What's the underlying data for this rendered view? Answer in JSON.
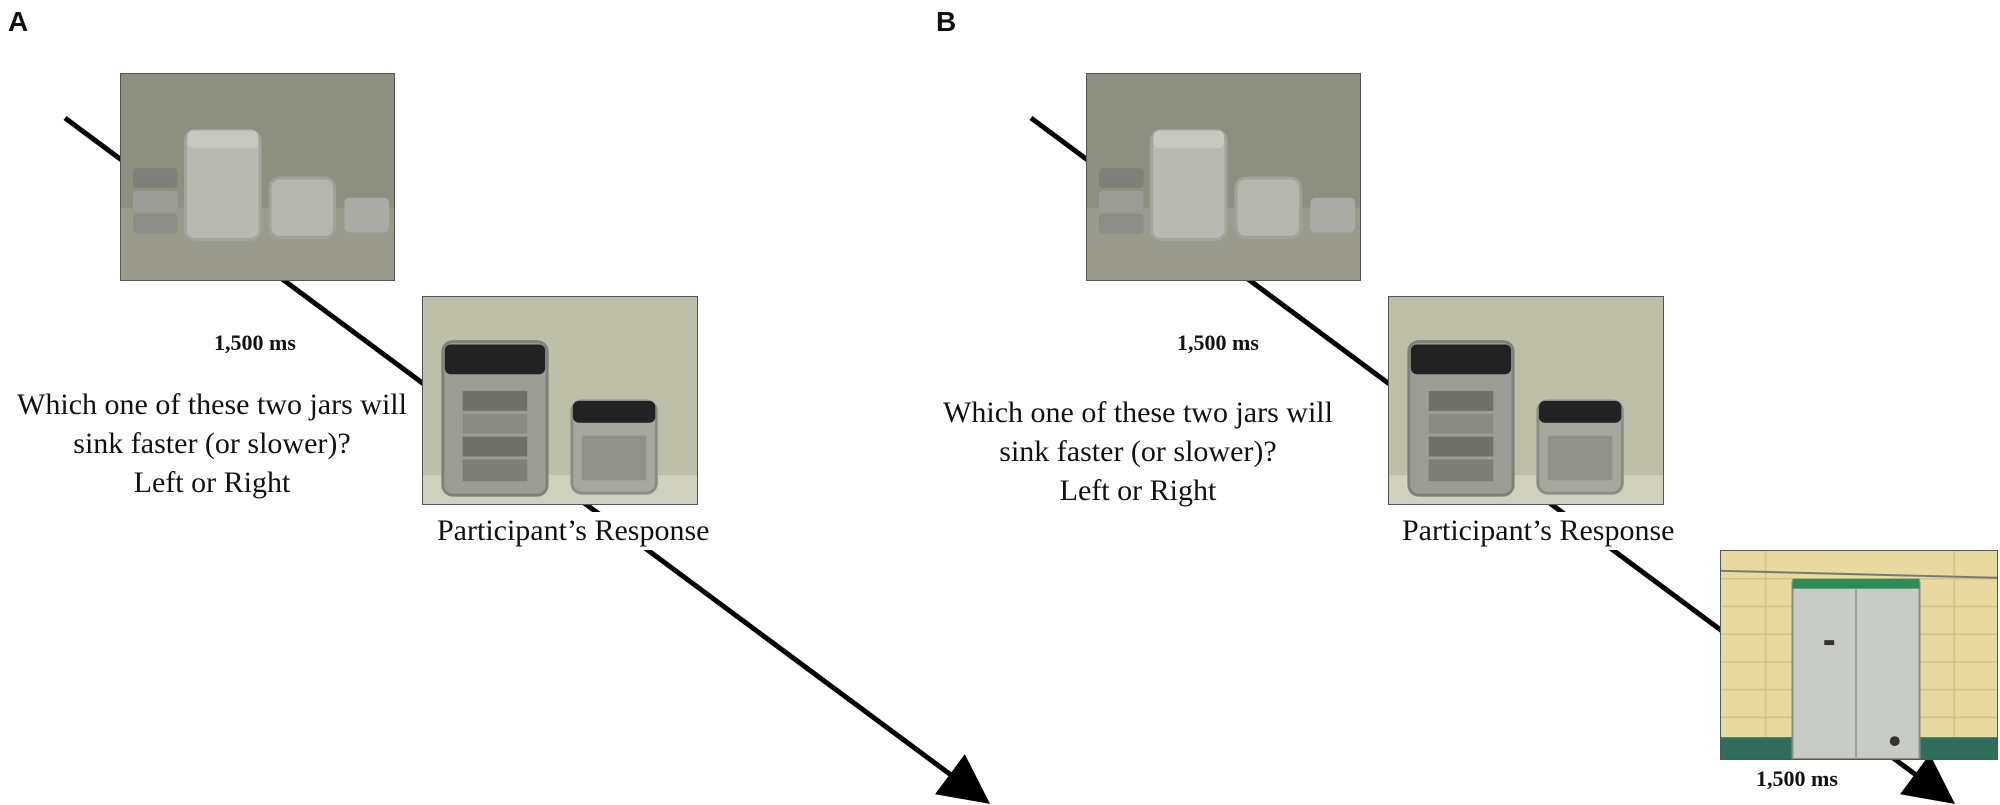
{
  "panels": [
    {
      "label": "A",
      "stimulus_duration": "1,500 ms",
      "question_lines": [
        "Which one of these two jars will",
        "sink faster (or slower)?",
        "Left or Right"
      ],
      "response_label": "Participant’s Response"
    },
    {
      "label": "B",
      "stimulus_duration": "1,500 ms",
      "question_lines": [
        "Which one of these two jars will",
        "sink faster (or slower)?",
        "Left or Right"
      ],
      "response_label": "Participant’s Response",
      "feedback_duration": "1,500 ms"
    }
  ],
  "colors": {
    "arrow": "#000000",
    "photo_background": "#8d8f80",
    "wall_tile": "#e8d9a0",
    "tank_rim": "#2e8b57"
  },
  "icons": [
    "jars-stimulus-photo",
    "jars-question-photo",
    "sinking-tank-photo",
    "arrow-head"
  ]
}
